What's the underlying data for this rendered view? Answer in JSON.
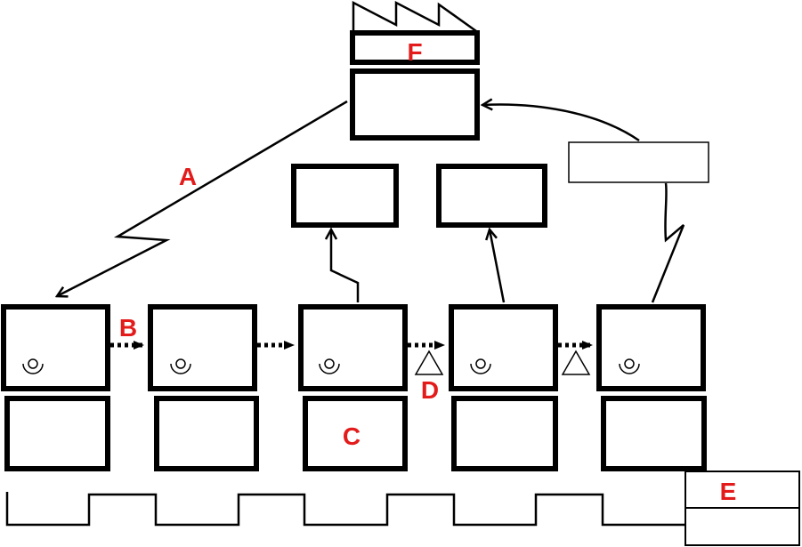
{
  "colors": {
    "stroke": "#000000",
    "label": "#e31b1b",
    "background": "#ffffff"
  },
  "icons": {
    "factory": "factory-roof-icon",
    "operator": "operator-icon",
    "inventory": "inventory-triangle-icon",
    "push_arrow": "push-arrow-icon",
    "electronic_flow": "zigzag-arrow-icon"
  },
  "labels": {
    "a": "A",
    "b": "B",
    "c": "C",
    "d": "D",
    "e": "E",
    "f": "F"
  }
}
